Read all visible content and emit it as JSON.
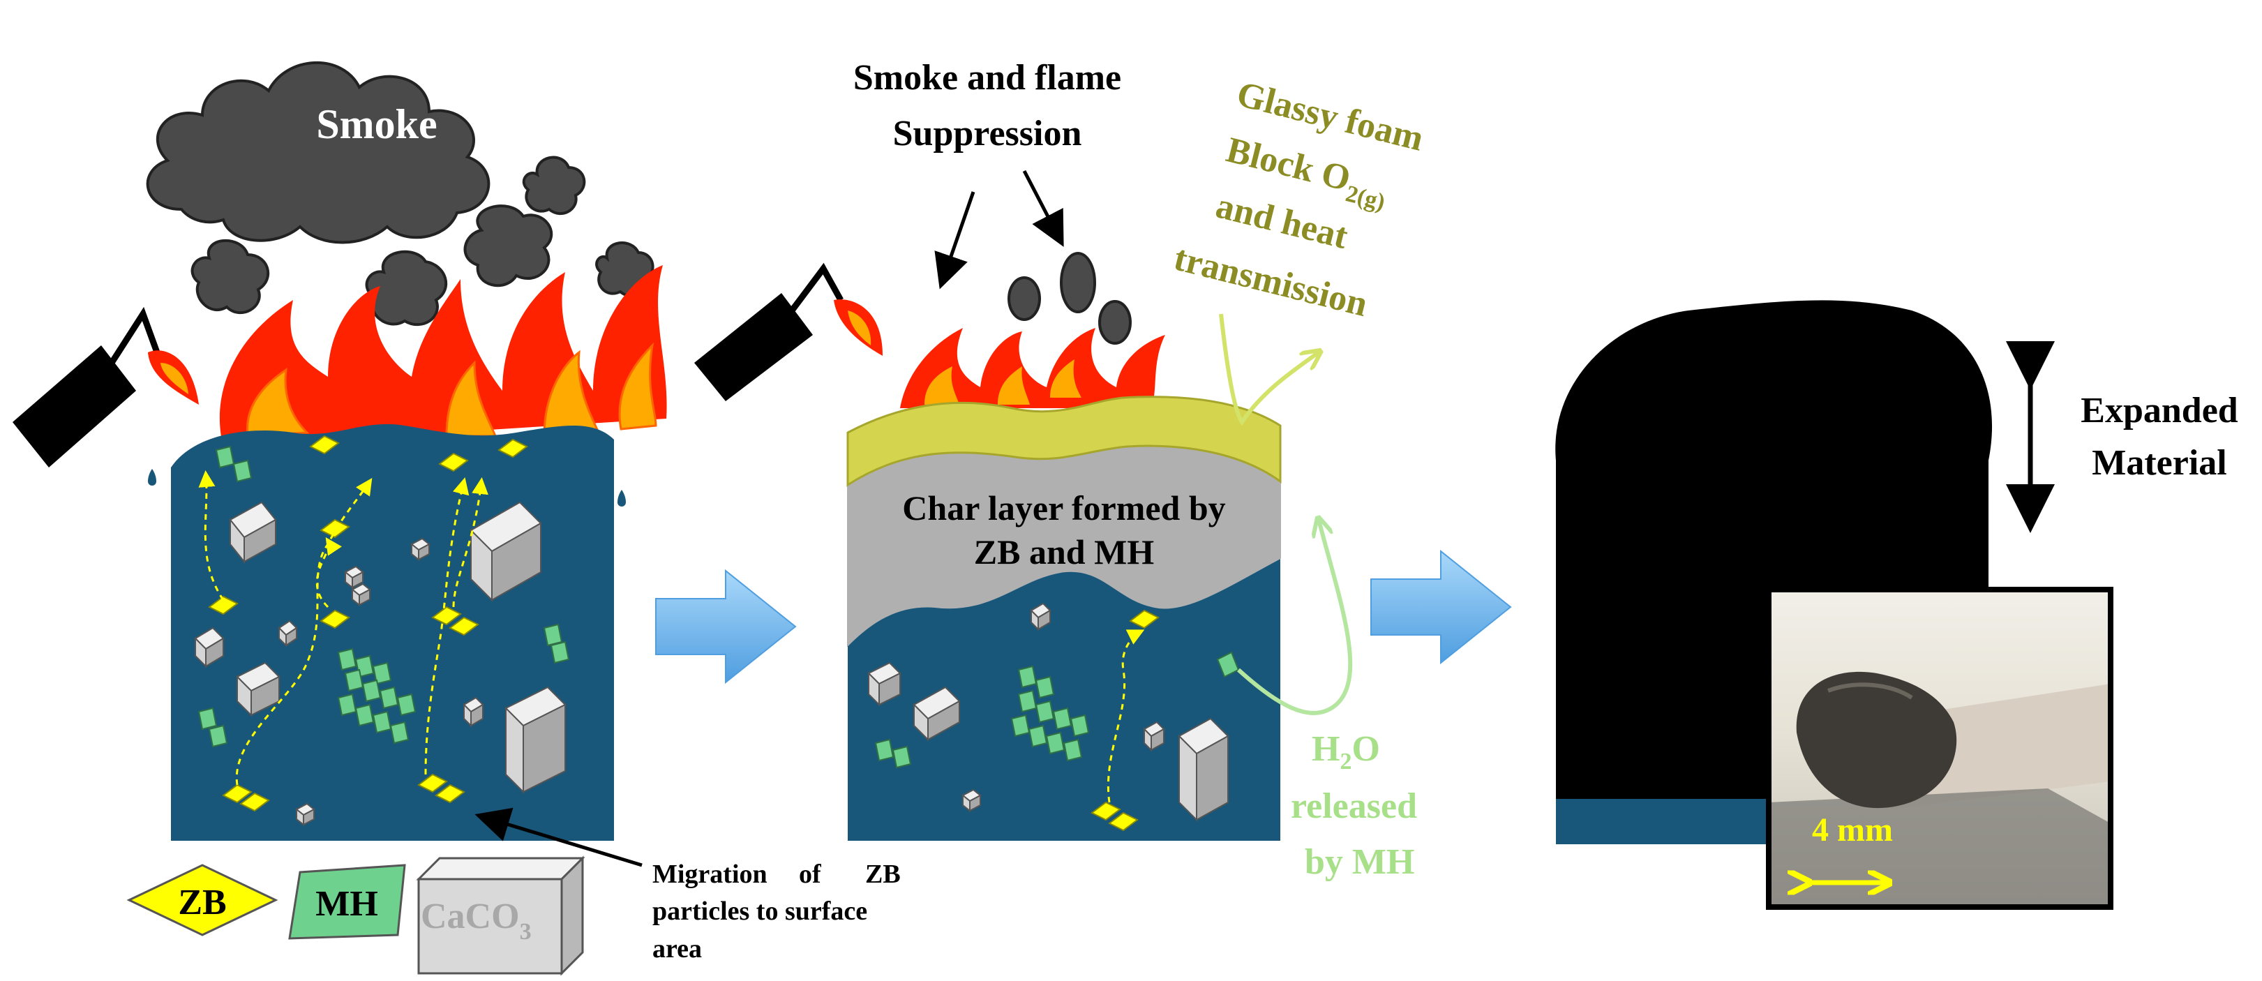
{
  "labels": {
    "smoke": "Smoke",
    "suppression_line1": "Smoke and flame",
    "suppression_line2": "Suppression",
    "glassy_line1": "Glassy foam",
    "glassy_line2_main": "Block O",
    "glassy_line2_sub": "2(g)",
    "glassy_line3": "and heat",
    "glassy_line4": "transmission",
    "char_line1": "Char layer formed by",
    "char_line2": "ZB and MH",
    "expanded_line1": "Expanded",
    "expanded_line2": "Material",
    "h2o_main_h": "H",
    "h2o_sub": "2",
    "h2o_main_o": "O",
    "released_line1": "released",
    "released_line2": "by MH",
    "migration_line1_a": "Migration",
    "migration_line1_b": "of",
    "migration_line1_c": "ZB",
    "migration_line2": "particles to surface",
    "migration_line3": "area",
    "scale": "4 mm"
  },
  "legend": {
    "zb": "ZB",
    "mh": "MH",
    "caco3_main": "CaCO",
    "caco3_sub": "3"
  },
  "colors": {
    "matrix": "#19577a",
    "smoke": "#4a4a4a",
    "flame_outer": "#ff2200",
    "flame_inner": "#ffaa00",
    "zb": "#ffff00",
    "mh": "#6ed18e",
    "caco3": "#d6d6d6",
    "char": "#b0b0b0",
    "glassy": "#d4d44f",
    "glassy_text": "#8c8c24",
    "h2o_text": "#a8e08a",
    "process_arrow": "#7fbff0",
    "expanded": "#000000"
  }
}
